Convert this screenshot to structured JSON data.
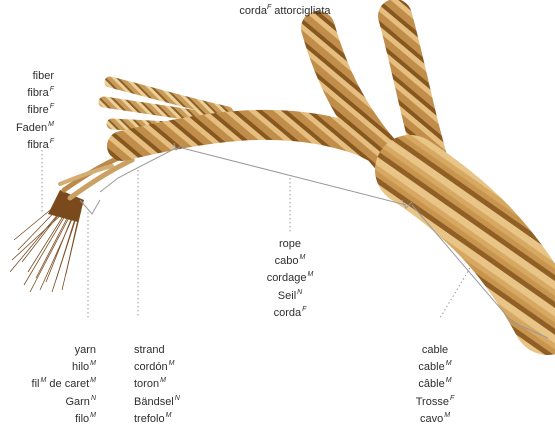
{
  "title": {
    "text": "corda",
    "sup": "F",
    "rest": "attorcigliata"
  },
  "groups": [
    {
      "id": "fiber",
      "align": "right",
      "terms": [
        {
          "w": "fiber",
          "g": ""
        },
        {
          "w": "fibra",
          "g": "F"
        },
        {
          "w": "fibre",
          "g": "F"
        },
        {
          "w": "Faden",
          "g": "M"
        },
        {
          "w": "fibra",
          "g": "F"
        }
      ]
    },
    {
      "id": "yarn",
      "align": "right",
      "terms": [
        {
          "w": "yarn",
          "g": ""
        },
        {
          "w": "hilo",
          "g": "M"
        },
        {
          "w": "fil",
          "g": "M",
          "after": "de caret",
          "g2": "M"
        },
        {
          "w": "Garn",
          "g": "N"
        },
        {
          "w": "filo",
          "g": "M"
        }
      ]
    },
    {
      "id": "strand",
      "align": "left",
      "terms": [
        {
          "w": "strand",
          "g": ""
        },
        {
          "w": "cordón",
          "g": "M"
        },
        {
          "w": "toron",
          "g": "M"
        },
        {
          "w": "Bändsel",
          "g": "N"
        },
        {
          "w": "trefolo",
          "g": "M"
        }
      ]
    },
    {
      "id": "rope",
      "align": "center",
      "terms": [
        {
          "w": "rope",
          "g": ""
        },
        {
          "w": "cabo",
          "g": "M"
        },
        {
          "w": "cordage",
          "g": "M"
        },
        {
          "w": "Seil",
          "g": "N"
        },
        {
          "w": "corda",
          "g": "F"
        }
      ]
    },
    {
      "id": "cable",
      "align": "center",
      "terms": [
        {
          "w": "cable",
          "g": ""
        },
        {
          "w": "cable",
          "g": "M"
        },
        {
          "w": "câble",
          "g": "M"
        },
        {
          "w": "Trosse",
          "g": "F"
        },
        {
          "w": "cavo",
          "g": "M"
        }
      ]
    }
  ]
}
